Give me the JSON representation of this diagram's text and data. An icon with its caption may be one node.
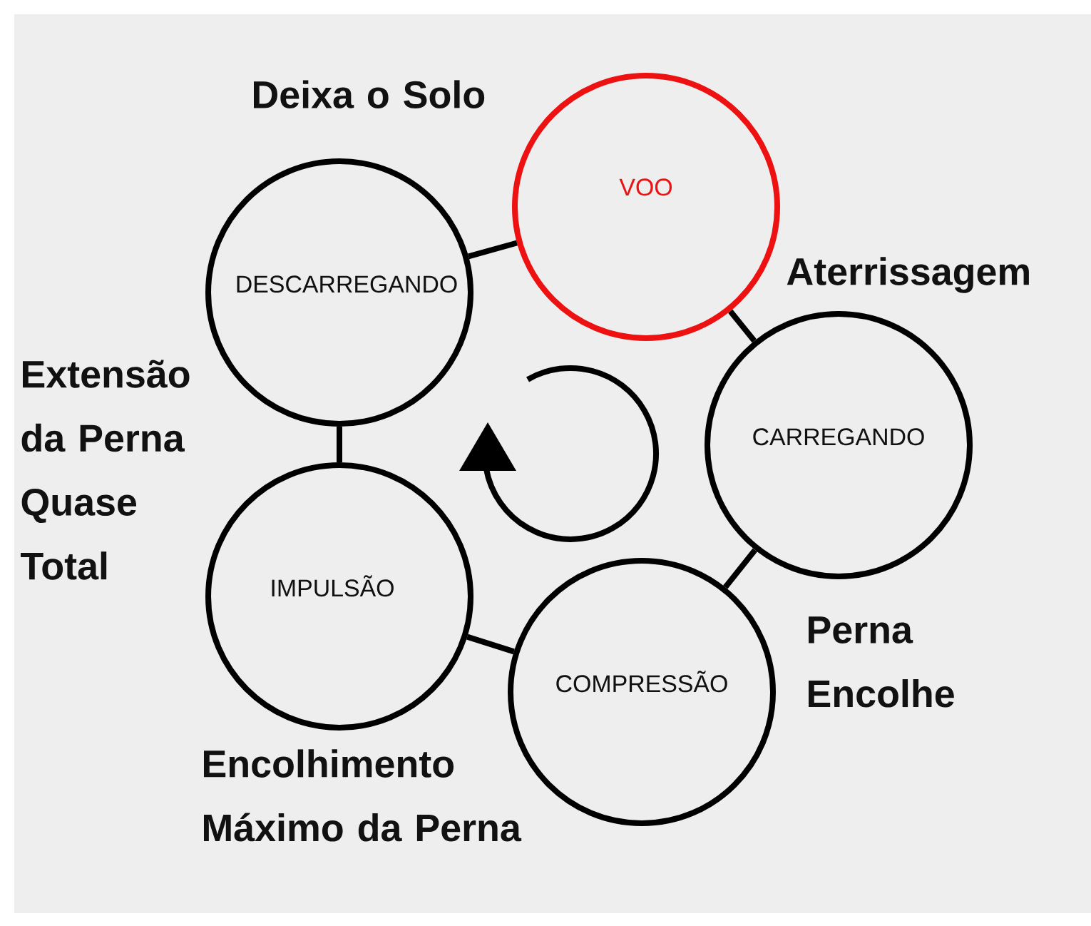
{
  "diagram": {
    "nodes": [
      {
        "text": [
          "VOO"
        ]
      },
      {
        "text": [
          "DESCARREGANDO"
        ]
      },
      {
        "text": [
          "CARREGANDO"
        ]
      },
      {
        "text": [
          "IMPULSÃO"
        ]
      },
      {
        "text": [
          "COMPRESSÃO"
        ]
      }
    ],
    "edges": [
      {
        "from": 1,
        "to": 0,
        "arrow": "none"
      },
      {
        "from": 0,
        "to": 2,
        "arrow": "none"
      },
      {
        "from": 2,
        "to": 4,
        "arrow": "none"
      },
      {
        "from": 4,
        "to": 3,
        "arrow": "none"
      },
      {
        "from": 3,
        "to": 1,
        "arrow": "none"
      }
    ],
    "labels": [
      "Deixa o Solo",
      "Aterrissagem",
      "Extensão da Perna Quase Total",
      "Perna Encolhe",
      "Encolhimento Máximo da Perna"
    ]
  }
}
